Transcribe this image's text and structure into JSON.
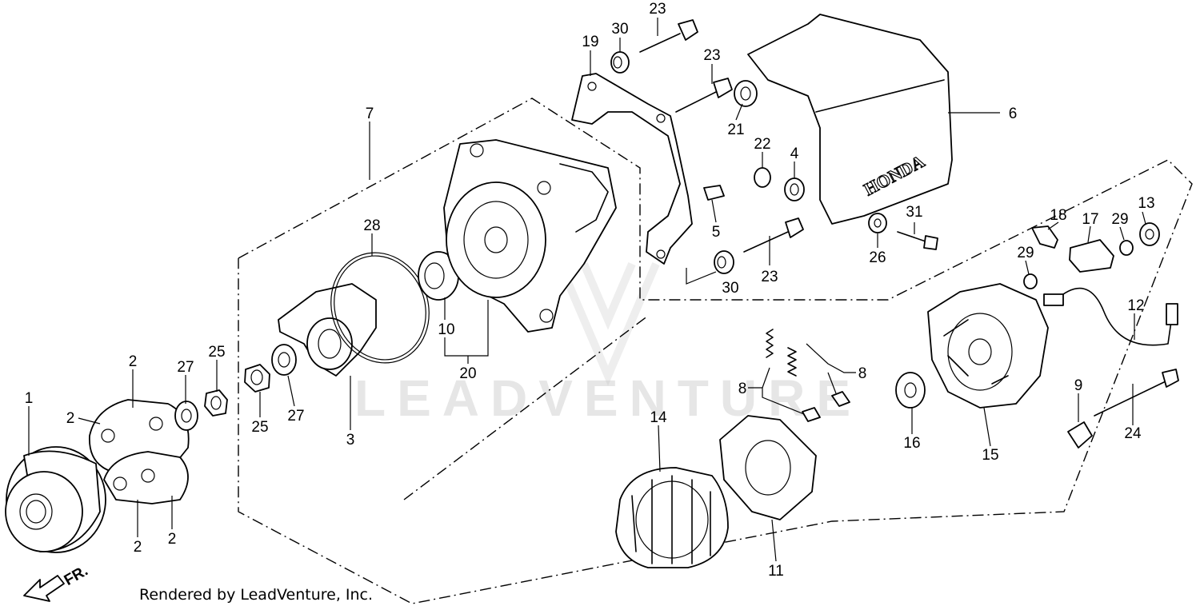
{
  "watermark": "LEADVENTURE",
  "brand_mark": "HONDA",
  "direction_label": "FR.",
  "credit": "Rendered by LeadVenture, Inc.",
  "callouts": {
    "c1": "1",
    "c2a": "2",
    "c2b": "2",
    "c2c": "2",
    "c2d": "2",
    "c3": "3",
    "c4": "4",
    "c5": "5",
    "c6": "6",
    "c7": "7",
    "c8a": "8",
    "c8b": "8",
    "c9": "9",
    "c10": "10",
    "c11": "11",
    "c12": "12",
    "c13": "13",
    "c14": "14",
    "c15": "15",
    "c16": "16",
    "c17": "17",
    "c18": "18",
    "c19": "19",
    "c20": "20",
    "c21": "21",
    "c22": "22",
    "c23a": "23",
    "c23b": "23",
    "c23c": "23",
    "c24": "24",
    "c25a": "25",
    "c25b": "25",
    "c26": "26",
    "c27a": "27",
    "c27b": "27",
    "c28": "28",
    "c29a": "29",
    "c29b": "29",
    "c30a": "30",
    "c30b": "30",
    "c31": "31"
  }
}
